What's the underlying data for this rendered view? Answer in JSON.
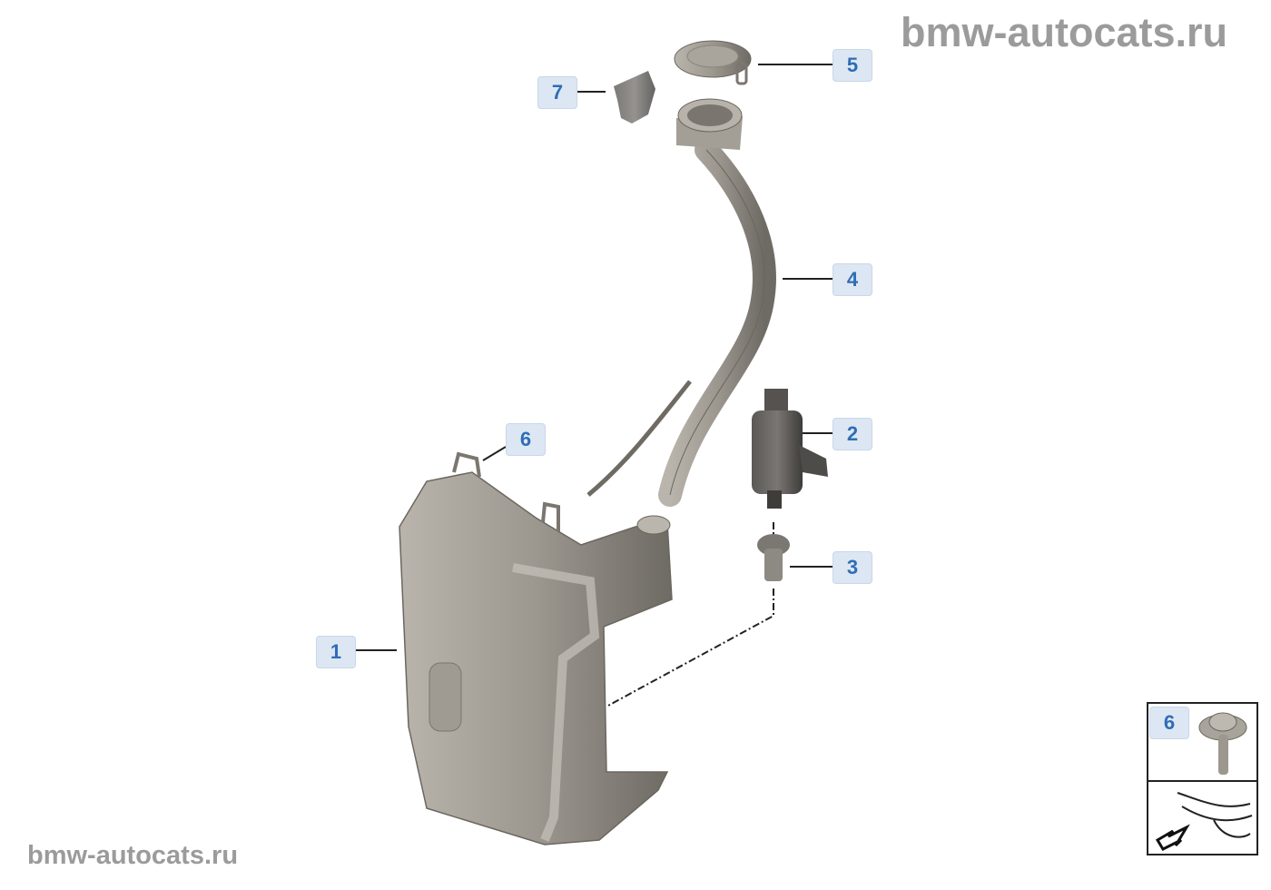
{
  "watermarks": {
    "top": "bmw-autocats.ru",
    "bottom": "bmw-autocats.ru"
  },
  "callouts": [
    {
      "id": "1",
      "part": "washer-fluid-reservoir"
    },
    {
      "id": "2",
      "part": "washer-pump"
    },
    {
      "id": "3",
      "part": "grommet"
    },
    {
      "id": "4",
      "part": "filler-pipe"
    },
    {
      "id": "5",
      "part": "filler-cap"
    },
    {
      "id": "6",
      "part": "screw"
    },
    {
      "id": "7",
      "part": "clip"
    }
  ],
  "inset": {
    "label": "6"
  },
  "colors": {
    "callout_bg": "#dde7f3",
    "callout_text": "#2f6db5",
    "watermark": "#9b9b9b",
    "part": "#8f8a82"
  }
}
